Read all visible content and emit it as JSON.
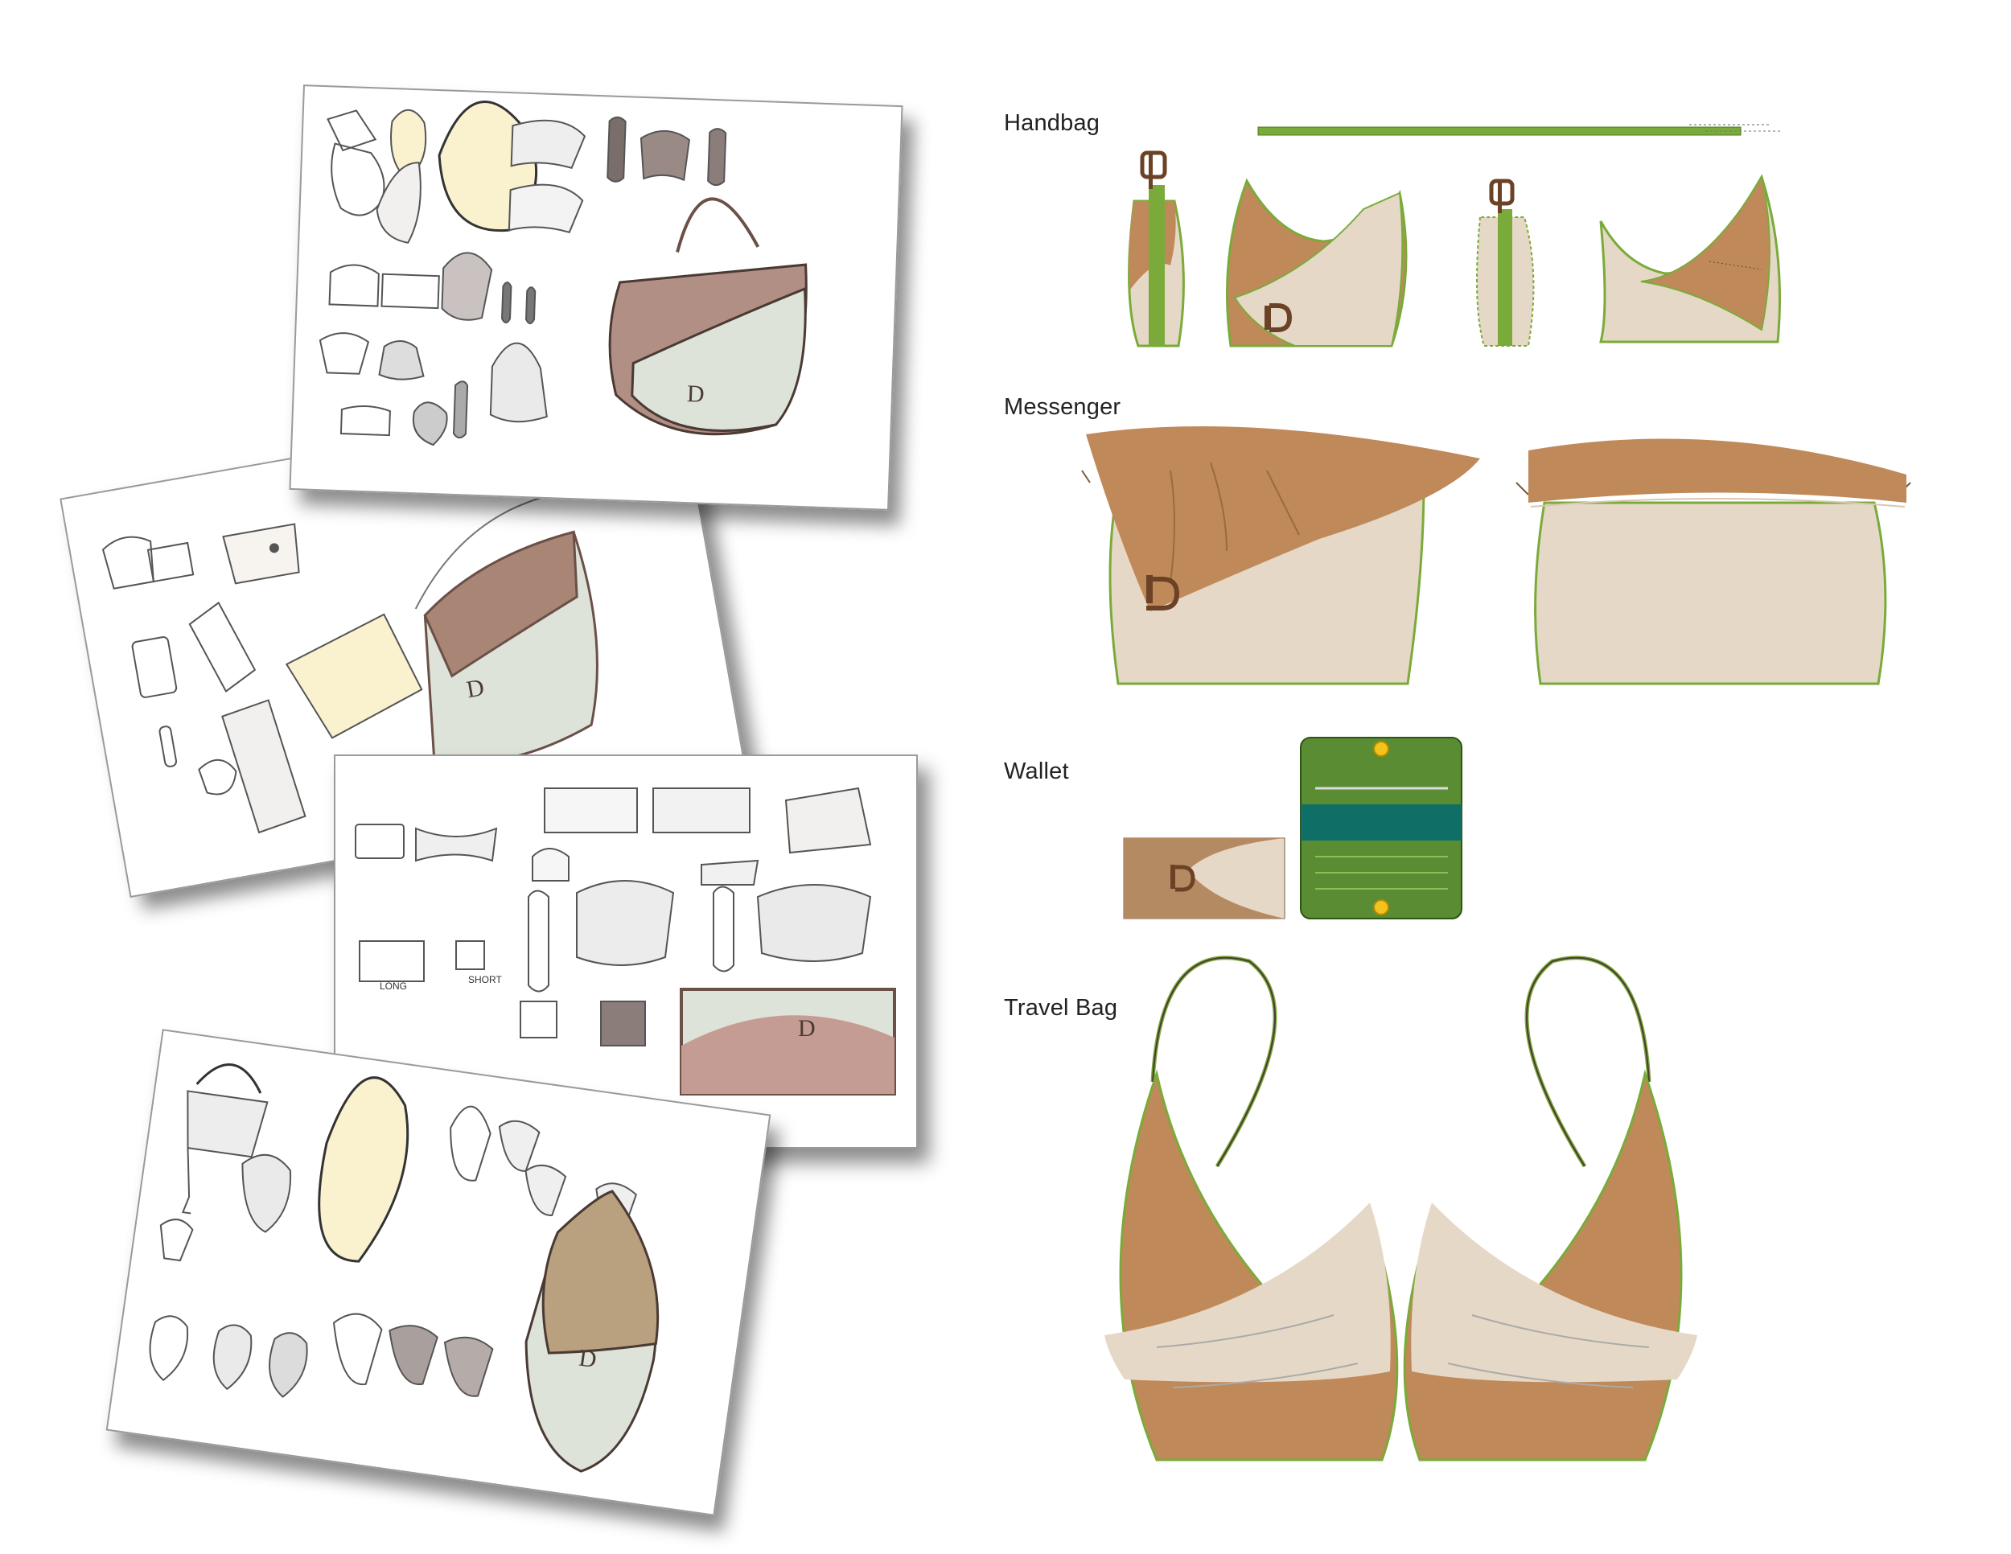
{
  "sections": [
    {
      "id": "handbag",
      "label": "Handbag"
    },
    {
      "id": "messenger",
      "label": "Messenger"
    },
    {
      "id": "wallet",
      "label": "Wallet"
    },
    {
      "id": "travel",
      "label": "Travel Bag"
    }
  ],
  "sketch_notes": {
    "long": "LONG",
    "short": "SHORT"
  },
  "colors": {
    "caramel": "#c0895a",
    "linen": "#e6d8c6",
    "green": "#7aab3a",
    "wallet_green": "#5a8c33",
    "wallet_teal": "#0f6e66",
    "snap": "#f2c31d",
    "taupe": "#a98e86",
    "sage": "#dfe3d8"
  },
  "icons": [
    "logo-pd-icon",
    "strap-buckle-icon",
    "snap-button-icon"
  ]
}
